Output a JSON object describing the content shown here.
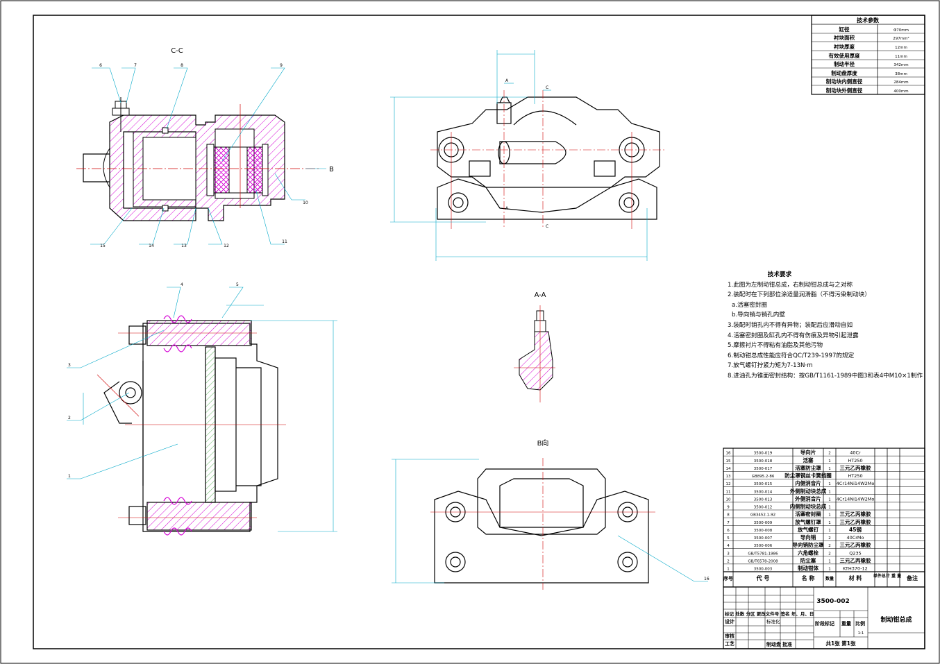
{
  "tech_params": {
    "title": "技术参数",
    "rows": [
      {
        "name": "缸径",
        "value": "Φ70mm"
      },
      {
        "name": "衬块面积",
        "value": "297mm²"
      },
      {
        "name": "衬块厚度",
        "value": "12mm"
      },
      {
        "name": "有效使用厚度",
        "value": "11mm"
      },
      {
        "name": "制动半径",
        "value": "342mm"
      },
      {
        "name": "制动盘厚度",
        "value": "38mm"
      },
      {
        "name": "制动块内侧直径",
        "value": "284mm"
      },
      {
        "name": "制动块外侧直径",
        "value": "400mm"
      }
    ]
  },
  "views": {
    "cc": "C-C",
    "aa": "A-A",
    "b_view": "B向",
    "b_arrow": "B",
    "sec_a": "A",
    "sec_c": "C"
  },
  "balloons": [
    "6",
    "7",
    "8",
    "9",
    "10",
    "11",
    "12",
    "13",
    "14",
    "15",
    "4",
    "5",
    "3",
    "2",
    "1",
    "16"
  ],
  "tech_requirements": {
    "title": "技术要求",
    "items": [
      "1.此图为左制动钳总成，右制动钳总成与之对称",
      "2.装配时在下列部位涂适量润滑脂（不得污染制动块）",
      "  a.活塞密封圈",
      "  b.导向销与销孔内壁",
      "3.装配时销孔内不得有异物；装配后应滑动自如",
      "4.活塞密封圈及缸孔内不得有伤痕及异物引起泄露",
      "5.摩擦衬片不得粘有油脂及其他污物",
      "6.制动钳总成性能应符合QC/T239-1997的规定",
      "7.放气螺钉拧紧力矩为7-13N·m",
      "8.进油孔为锥面密封结构：按GB/T1161-1989中图3和表4中M10×1制作"
    ]
  },
  "bom": {
    "rows": [
      {
        "no": "16",
        "code": "3500-019",
        "name": "导向片",
        "qty": "2",
        "material": "40Cr"
      },
      {
        "no": "15",
        "code": "3500-018",
        "name": "活塞",
        "qty": "1",
        "material": "HT250"
      },
      {
        "no": "14",
        "code": "3500-017",
        "name": "活塞防尘罩",
        "qty": "1",
        "material": "三元乙丙橡胶"
      },
      {
        "no": "13",
        "code": "GB895.2-86",
        "name": "防尘罩钢丝卡簧挡圈",
        "qty": "1",
        "material": "HT250"
      },
      {
        "no": "12",
        "code": "3500-015",
        "name": "内侧消音片",
        "qty": "1",
        "material": "4Cr14Ni14W2Mo"
      },
      {
        "no": "11",
        "code": "3500-014",
        "name": "外侧制动块总成",
        "qty": "1",
        "material": ""
      },
      {
        "no": "10",
        "code": "3500-013",
        "name": "外侧消音片",
        "qty": "1",
        "material": "4Cr14Ni14W2Mo"
      },
      {
        "no": "9",
        "code": "3500-012",
        "name": "内侧制动块总成",
        "qty": "1",
        "material": ""
      },
      {
        "no": "8",
        "code": "GB3452.1-92",
        "name": "活塞密封圈",
        "qty": "1",
        "material": "三元乙丙橡胶"
      },
      {
        "no": "7",
        "code": "3500-009",
        "name": "放气螺钉罩",
        "qty": "1",
        "material": "三元乙丙橡胶"
      },
      {
        "no": "6",
        "code": "3500-008",
        "name": "放气螺钉",
        "qty": "1",
        "material": "45钢"
      },
      {
        "no": "5",
        "code": "3500-007",
        "name": "导向销",
        "qty": "2",
        "material": "40CrMo"
      },
      {
        "no": "4",
        "code": "3500-006",
        "name": "导向销防尘罩",
        "qty": "2",
        "material": "三元乙丙橡胶"
      },
      {
        "no": "3",
        "code": "GB/T5781-1986",
        "name": "六角螺栓",
        "qty": "2",
        "material": "Q235"
      },
      {
        "no": "2",
        "code": "GB/T6578-2008",
        "name": "防尘塞",
        "qty": "1",
        "material": "三元乙丙橡胶"
      },
      {
        "no": "1",
        "code": "3500-003",
        "name": "制动钳体",
        "qty": "1",
        "material": "KTH370-12"
      }
    ],
    "header": {
      "no": "序号",
      "code": "代 号",
      "name": "名 称",
      "qty": "数量",
      "material": "材 料",
      "weight": "单件总计 重 量",
      "remark": "备注"
    }
  },
  "title_block": {
    "drawing_no": "3500-002",
    "drawing_name": "制动钳总成",
    "row_labels": "标记 处数 分区 更改文件号 签名 年、月、日",
    "design": "设计",
    "standardize": "标准化",
    "stage_mark": "阶段标记",
    "weight": "重量",
    "scale": "比例",
    "scale_value": "1:1",
    "review": "审核",
    "process": "工艺",
    "approve": "批准",
    "sheets": "共1张  第1张",
    "drafter": "制动盘"
  }
}
